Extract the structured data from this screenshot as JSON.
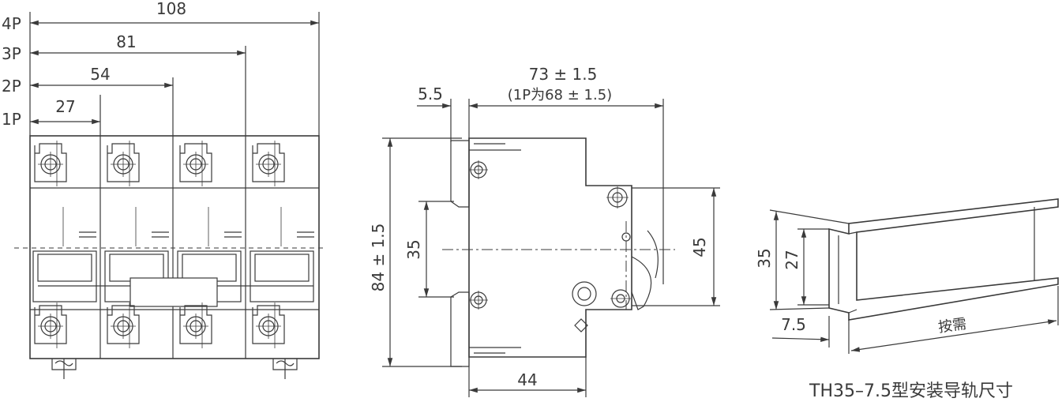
{
  "front_view": {
    "pole_labels": [
      "4P",
      "3P",
      "2P",
      "1P"
    ],
    "width_dims": [
      "108",
      "81",
      "54",
      "27"
    ]
  },
  "side_view": {
    "dim_top": "73 ± 1.5",
    "dim_top_note": "(1P为68 ± 1.5)",
    "dim_offset": "5.5",
    "dim_height": "84 ± 1.5",
    "dim_rail": "35",
    "dim_right": "45",
    "dim_bottom": "44"
  },
  "rail_view": {
    "dim_height": "35",
    "dim_inner": "27",
    "dim_depth": "7.5",
    "length_label": "按需",
    "caption": "TH35–7.5型安装导轨尺寸"
  }
}
